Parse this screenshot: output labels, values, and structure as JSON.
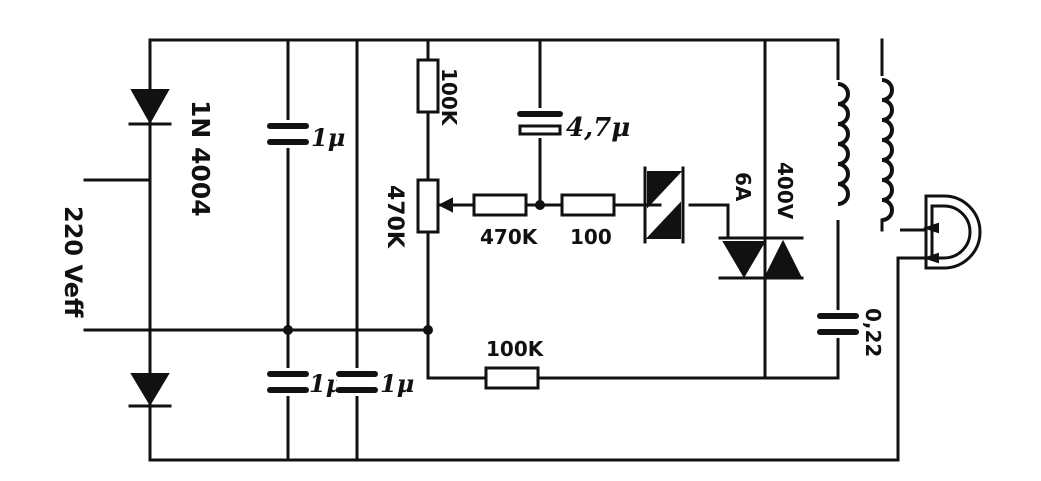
{
  "labels": {
    "diode": "1N 4004",
    "supply": "220 Veff",
    "cap_top_left": "1μ",
    "cap_bottom_left_a": "1μ",
    "cap_bottom_left_b": "1μ",
    "cap_timing": "4,7μ",
    "resistor_top": "100K",
    "pot": "470K",
    "resistor_series_a": "470K",
    "resistor_series_b": "100",
    "resistor_bottom": "100K",
    "triac_current": "6A",
    "triac_voltage": "400V",
    "cap_snubber": "0,22"
  }
}
